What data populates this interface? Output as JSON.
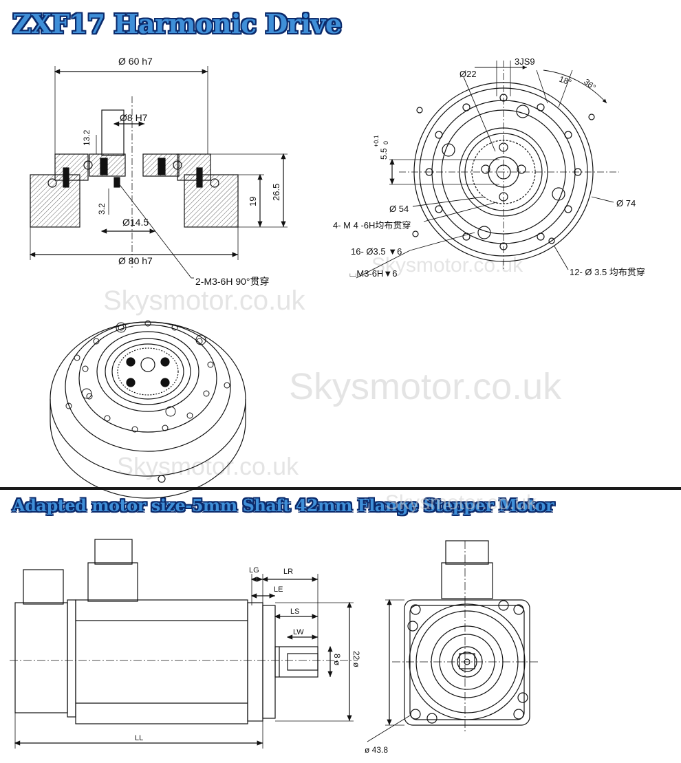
{
  "titles": {
    "top": "ZXF17 Harmonic Drive",
    "bottom": "Adapted motor size-5mm Shaft 42mm Flange Stepper Motor"
  },
  "watermark": "Skysmotor.co.uk",
  "section_view": {
    "dim_60h7": "Ø 60 h7",
    "dim_8H7": "Ø8 H7",
    "dim_13_2": "13.2",
    "dim_3_2": "3.2",
    "dim_14_5": "Ø14.5",
    "dim_19": "19",
    "dim_26_5": "26.5",
    "dim_80h7": "Ø 80 h7",
    "note_m3": "2-M3-6H 90°贯穿"
  },
  "front_view": {
    "dim_22": "Ø22",
    "dim_3js9": "3JS9",
    "dim_18deg": "18°",
    "dim_36deg": "36°",
    "dim_5_5": "5.5",
    "dim_5_5_tol": "+0.1",
    "dim_5_5_tol0": "0",
    "dim_54": "Ø 54",
    "note_m4": "4- M 4 -6H均布贯穿",
    "note_35": "16- Ø3.5 ▼6",
    "note_m3": "⌴M3-6H▼6",
    "dim_74": "Ø 74",
    "note_12": "12- Ø 3.5 均布贯穿"
  },
  "motor_side": {
    "lg": "LG",
    "lr": "LR",
    "le": "LE",
    "ls": "LS",
    "lw": "LW",
    "d8": "8 ø",
    "d22": "22 ø",
    "ll": "LL"
  },
  "motor_front": {
    "d43_8": "ø 43.8"
  }
}
